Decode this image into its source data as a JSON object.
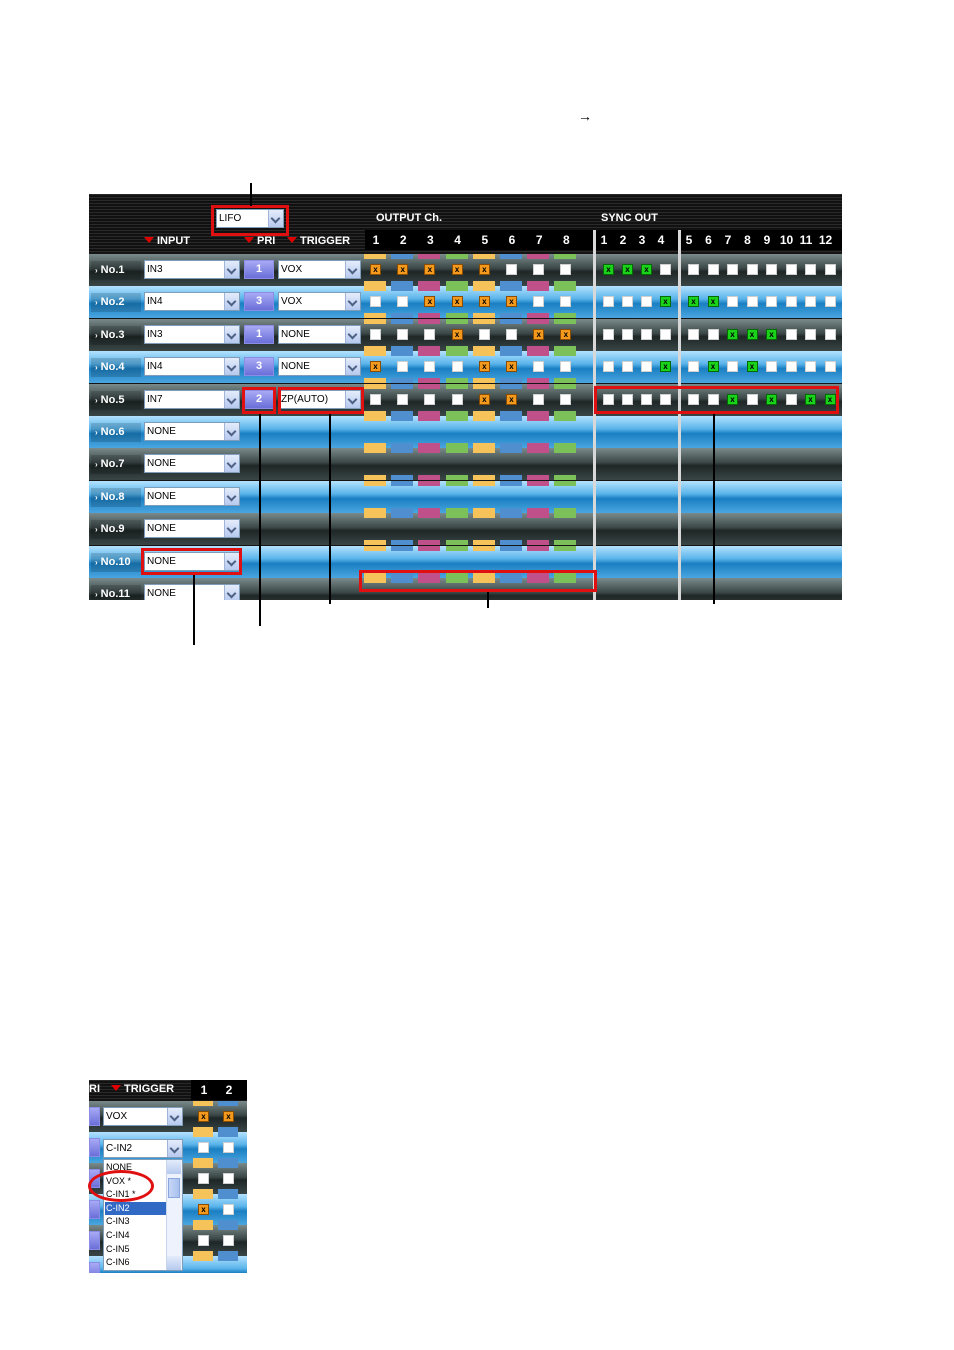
{
  "doc": {
    "arrow": "→"
  },
  "header": {
    "mode": "LIFO",
    "input_label": "INPUT",
    "pri_label": "PRI",
    "trigger_label": "TRIGGER",
    "output_label": "OUTPUT Ch.",
    "sync_label": "SYNC OUT",
    "output_channels": [
      "1",
      "2",
      "3",
      "4",
      "5",
      "6",
      "7",
      "8"
    ],
    "sync_channels": [
      "1",
      "2",
      "3",
      "4",
      "5",
      "6",
      "7",
      "8",
      "9",
      "10",
      "11",
      "12"
    ]
  },
  "colors": {
    "orange_box": "#f39a1e",
    "green_box": "#19d219",
    "red_highlight": "#e01010",
    "channel_bars": [
      "#f6c35a",
      "#4f8fd0",
      "#c0508a",
      "#7cc05a",
      "#f6c35a",
      "#4f8fd0",
      "#c0508a",
      "#7cc05a"
    ]
  },
  "rows": [
    {
      "label": "No.1",
      "input": "IN3",
      "pri": "1",
      "trigger": "VOX",
      "out": [
        "o",
        "o",
        "o",
        "o",
        "o",
        "w",
        "w",
        "w"
      ],
      "sync": [
        "g",
        "g",
        "g",
        "w",
        "w",
        "w",
        "w",
        "w",
        "w",
        "w",
        "w",
        "w"
      ]
    },
    {
      "label": "No.2",
      "input": "IN4",
      "pri": "3",
      "trigger": "VOX",
      "out": [
        "w",
        "w",
        "o",
        "o",
        "o",
        "o",
        "w",
        "w"
      ],
      "sync": [
        "w",
        "w",
        "w",
        "g",
        "g",
        "g",
        "w",
        "w",
        "w",
        "w",
        "w",
        "w"
      ]
    },
    {
      "label": "No.3",
      "input": "IN3",
      "pri": "1",
      "trigger": "NONE",
      "out": [
        "w",
        "w",
        "w",
        "o",
        "w",
        "w",
        "o",
        "o"
      ],
      "sync": [
        "w",
        "w",
        "w",
        "w",
        "w",
        "w",
        "g",
        "g",
        "g",
        "w",
        "w",
        "w"
      ]
    },
    {
      "label": "No.4",
      "input": "IN4",
      "pri": "3",
      "trigger": "NONE",
      "out": [
        "o",
        "w",
        "w",
        "w",
        "o",
        "o",
        "w",
        "w"
      ],
      "sync": [
        "w",
        "w",
        "w",
        "g",
        "w",
        "g",
        "w",
        "g",
        "w",
        "w",
        "w",
        "w"
      ]
    },
    {
      "label": "No.5",
      "input": "IN7",
      "pri": "2",
      "trigger": "ZP(AUTO)",
      "out": [
        "w",
        "w",
        "w",
        "w",
        "o",
        "o",
        "w",
        "w"
      ],
      "sync": [
        "w",
        "w",
        "w",
        "w",
        "w",
        "w",
        "g",
        "w",
        "g",
        "w",
        "g",
        "g"
      ]
    },
    {
      "label": "No.6",
      "input": "NONE"
    },
    {
      "label": "No.7",
      "input": "NONE"
    },
    {
      "label": "No.8",
      "input": "NONE"
    },
    {
      "label": "No.9",
      "input": "NONE"
    },
    {
      "label": "No.10",
      "input": "NONE"
    },
    {
      "label": "No.11",
      "input": "NONE"
    }
  ],
  "mini": {
    "pri_fragment": "RI",
    "trigger_label": "TRIGGER",
    "channels": [
      "1",
      "2"
    ],
    "row1_trigger": "VOX",
    "row2_trigger": "C-IN2",
    "options": [
      "NONE",
      "VOX *",
      "C-IN1 *",
      "C-IN2",
      "C-IN3",
      "C-IN4",
      "C-IN5",
      "C-IN6"
    ],
    "selected": "C-IN2"
  }
}
